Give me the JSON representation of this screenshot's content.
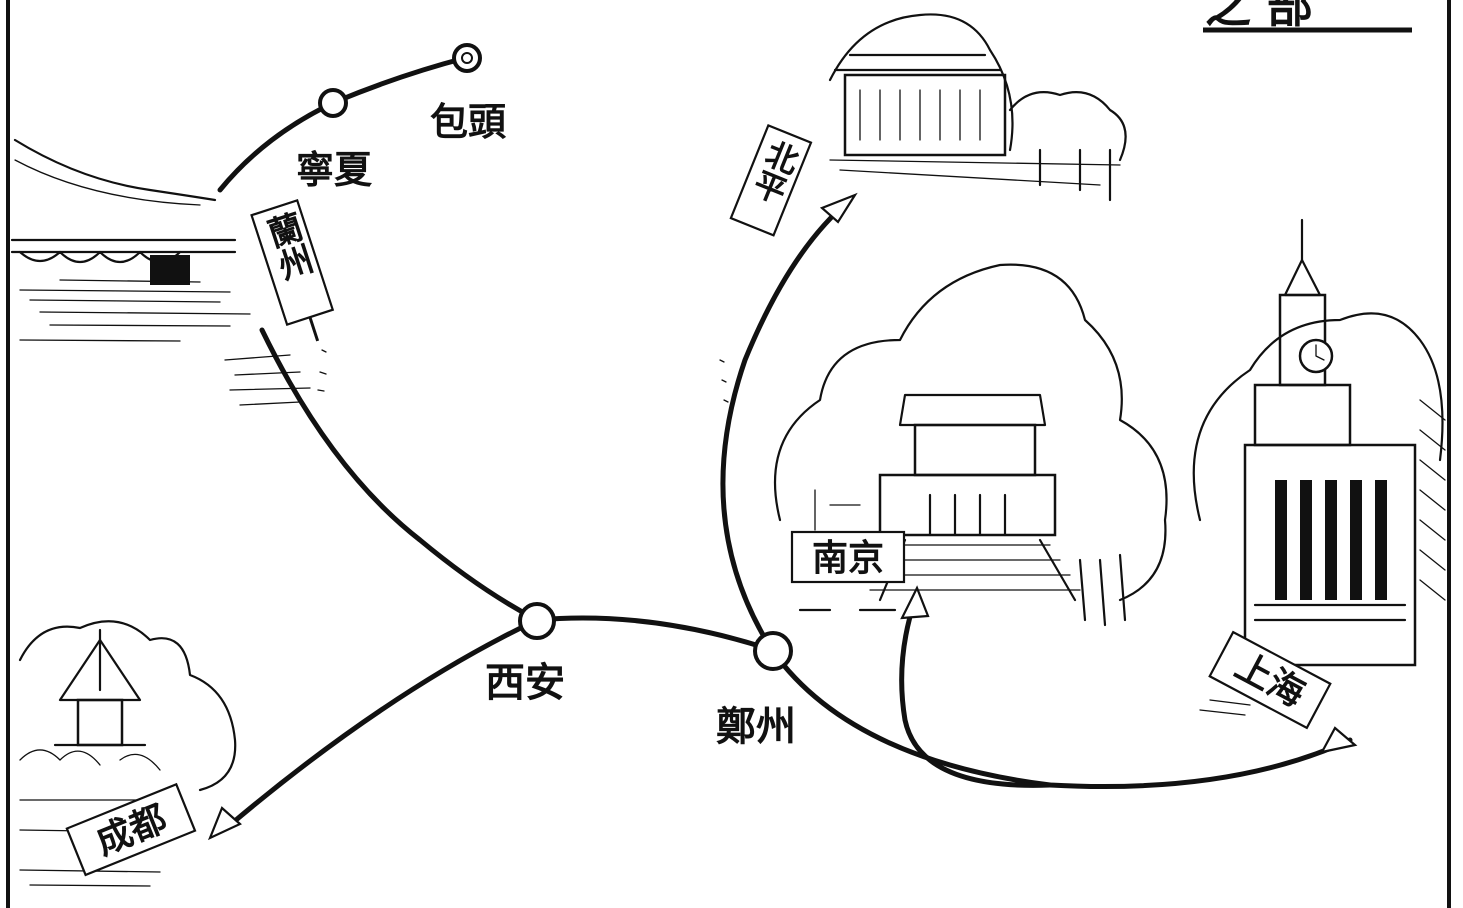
{
  "title_fragment": "之 部",
  "places": {
    "baotou": "包頭",
    "ningxia": "寧夏",
    "lanzhou": "蘭州",
    "xian": "西安",
    "zhengzhou": "鄭州",
    "chengdu": "成都",
    "beiping": "北平",
    "nanjing": "南京",
    "shanghai": "上海"
  },
  "colors": {
    "ink": "#111111",
    "paper": "#ffffff"
  }
}
